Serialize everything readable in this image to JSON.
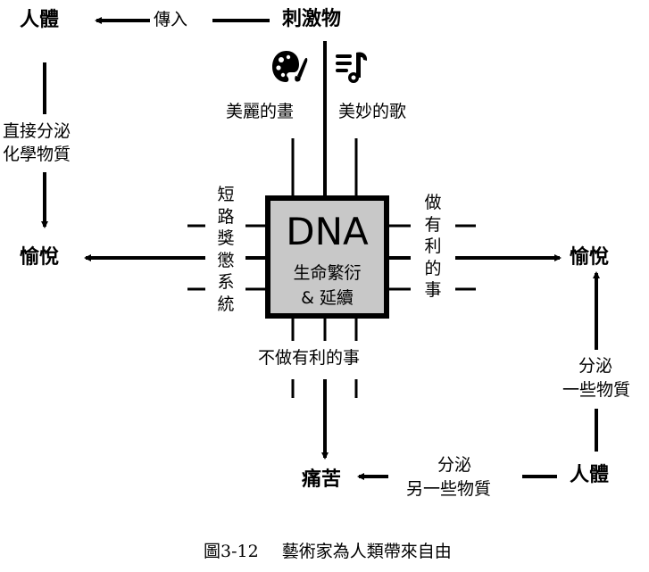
{
  "nodes": {
    "stimulus": "刺激物",
    "body_top": "人體",
    "pleasure_left": "愉悅",
    "pleasure_right": "愉悅",
    "body_bottom": "人體",
    "pain": "痛苦"
  },
  "edges": {
    "transmit": "傳入",
    "direct_secrete": [
      "直接分泌",
      "化學物質"
    ],
    "secrete_some": [
      "分泌",
      "一些物質"
    ],
    "secrete_other": [
      "分泌",
      "另一些物質"
    ]
  },
  "stimuli": {
    "painting_label": "美麗的畫",
    "painting_icon": "palette-icon",
    "song_label": "美妙的歌",
    "song_icon": "music-note-icon"
  },
  "dna_box": {
    "title": "DNA",
    "line1": "生命繁衍",
    "line2": "& 延續",
    "fill_color": "#c8c8c8"
  },
  "side_labels": {
    "left": "短路獎懲系統",
    "right": "做有利的事",
    "bottom": "不做有利的事"
  },
  "caption": {
    "figure_no": "圖3-12",
    "title": "藝術家為人類帶來自由"
  }
}
